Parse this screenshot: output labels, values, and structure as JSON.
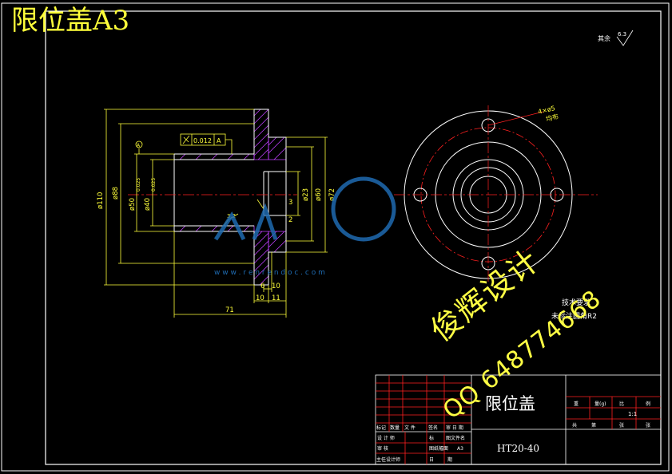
{
  "title": "限位盖A3",
  "watermark": {
    "name": "俊辉设计",
    "qq": "QQ  648774668",
    "site": "w w w . r e n r e n d o c . c o m"
  },
  "roughness": {
    "label": "其余",
    "value": "6.3"
  },
  "section_view": {
    "dims_left": [
      "ø110",
      "ø88",
      "ø50",
      "ø40"
    ],
    "tol_50": "0.025",
    "tol_40": "0.025",
    "dims_right": [
      "ø23",
      "ø60",
      "ø72"
    ],
    "gdt_value": "0.012",
    "gdt_datum": "A",
    "datum": "A",
    "dim_6": "6",
    "dim_10a": "10",
    "dim_10b": "10",
    "dim_11": "11",
    "dim_2": "2",
    "dim_3": "3",
    "dim_71": "71",
    "roughness_mark": "3.2"
  },
  "front_view": {
    "hole_note": "4×ø5",
    "hole_note2": "均布"
  },
  "tech_notes": [
    "技术要求",
    "未标注圆角R2"
  ],
  "title_block": {
    "part_name": "限位盖",
    "material": "HT20-40",
    "scale": "1:1",
    "rows": [
      "标记",
      "数量",
      "文 件",
      "签名",
      "审 日 期"
    ],
    "roles": [
      "设 计 师",
      "审  核",
      "主任设计师"
    ],
    "cols_right": [
      "共",
      "张",
      "第",
      "张"
    ],
    "small_labels": [
      "重",
      "量(g)",
      "比",
      "例"
    ],
    "mid_labels": [
      "标",
      "图文件名",
      "图纸幅面",
      "A3",
      "日",
      "期"
    ]
  },
  "colors": {
    "background": "#000000",
    "frame": "#ffffff",
    "yellow": "#ffff3a",
    "red": "#ff2020",
    "magenta": "#ff40ff",
    "hatch": "#c040ff",
    "watermark_blue": "#1e6ab0"
  }
}
